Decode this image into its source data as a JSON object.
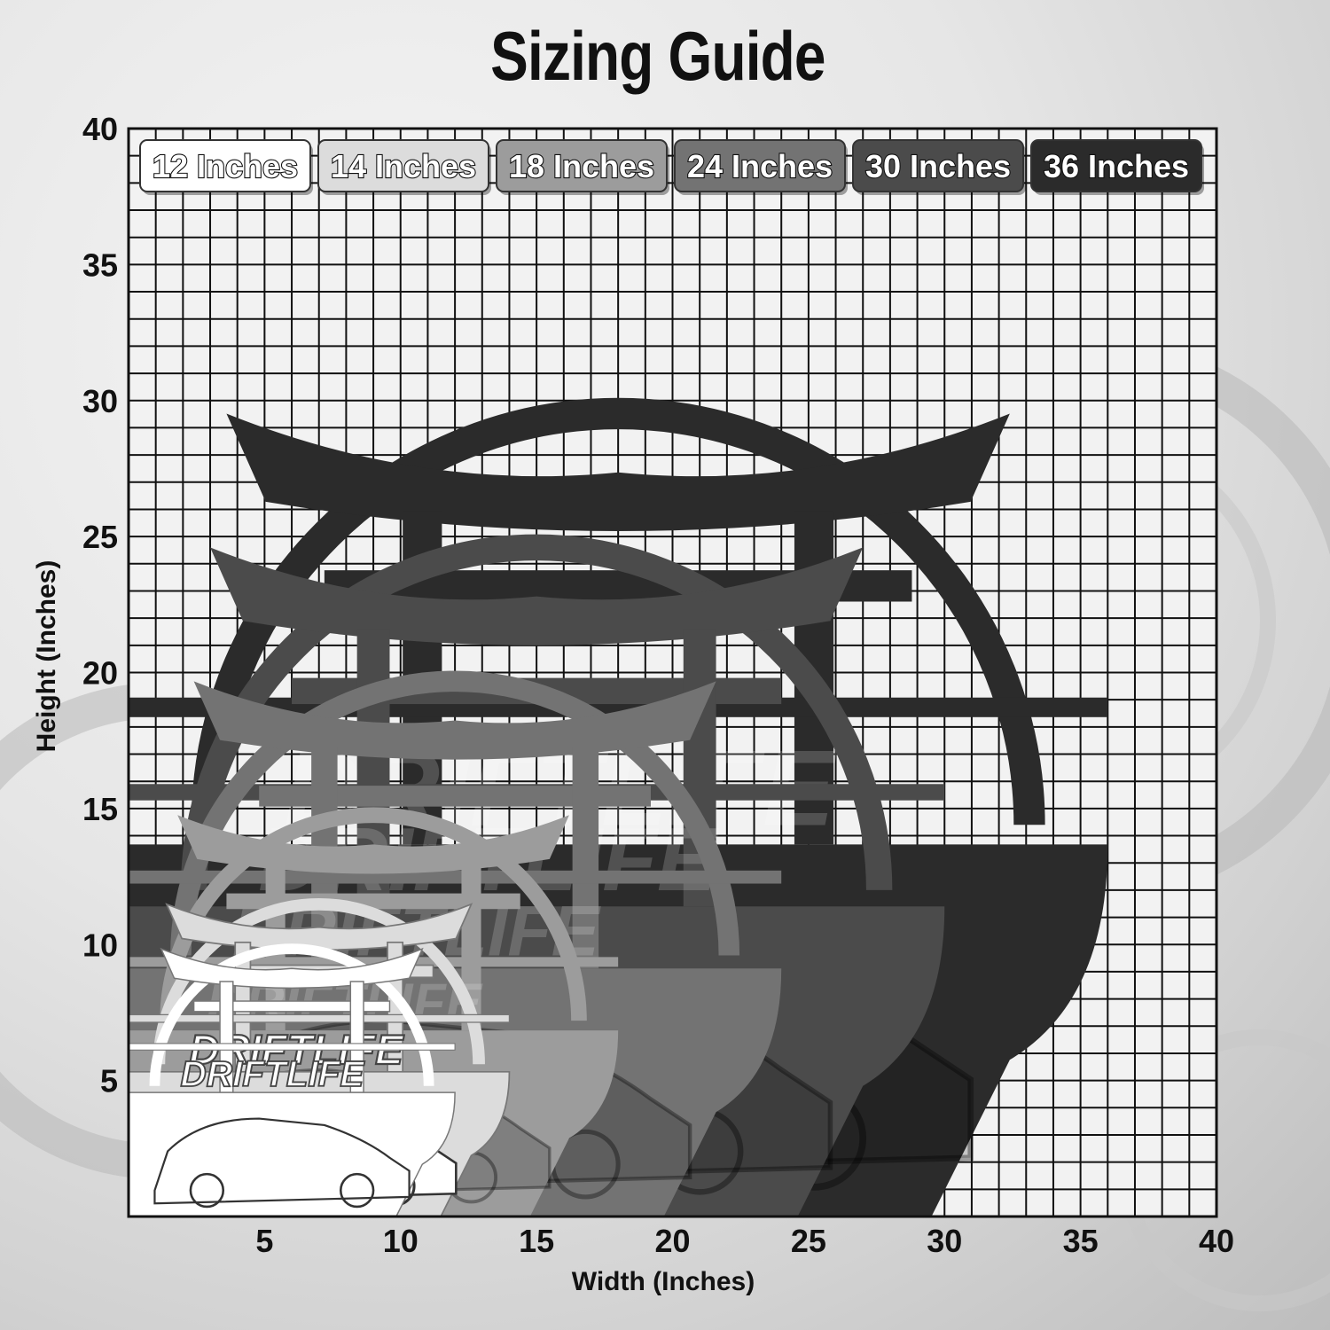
{
  "title": "Sizing Guide",
  "logo_text": "DRIFTLIFE",
  "x_axis": {
    "label": "Width (Inches)",
    "ticks": [
      5,
      10,
      15,
      20,
      25,
      30,
      35,
      40
    ],
    "min": 0,
    "max": 40
  },
  "y_axis": {
    "label": "Height (Inches)",
    "ticks": [
      5,
      10,
      15,
      20,
      25,
      30,
      35,
      40
    ],
    "min": 0,
    "max": 40
  },
  "sizes": [
    {
      "label": "12 Inches",
      "size": 12,
      "color": "#ffffff",
      "text_color": "#ffffff"
    },
    {
      "label": "14 Inches",
      "size": 14,
      "color": "#dcdcdc",
      "text_color": "#ffffff"
    },
    {
      "label": "18 Inches",
      "size": 18,
      "color": "#9c9c9c",
      "text_color": "#ffffff"
    },
    {
      "label": "24 Inches",
      "size": 24,
      "color": "#737373",
      "text_color": "#ffffff"
    },
    {
      "label": "30 Inches",
      "size": 30,
      "color": "#4b4b4b",
      "text_color": "#ffffff"
    },
    {
      "label": "36 Inches",
      "size": 36,
      "color": "#2b2b2b",
      "text_color": "#ffffff"
    }
  ],
  "colors": {
    "grid": "#111111",
    "grid_fill": "#f2f2f2"
  }
}
